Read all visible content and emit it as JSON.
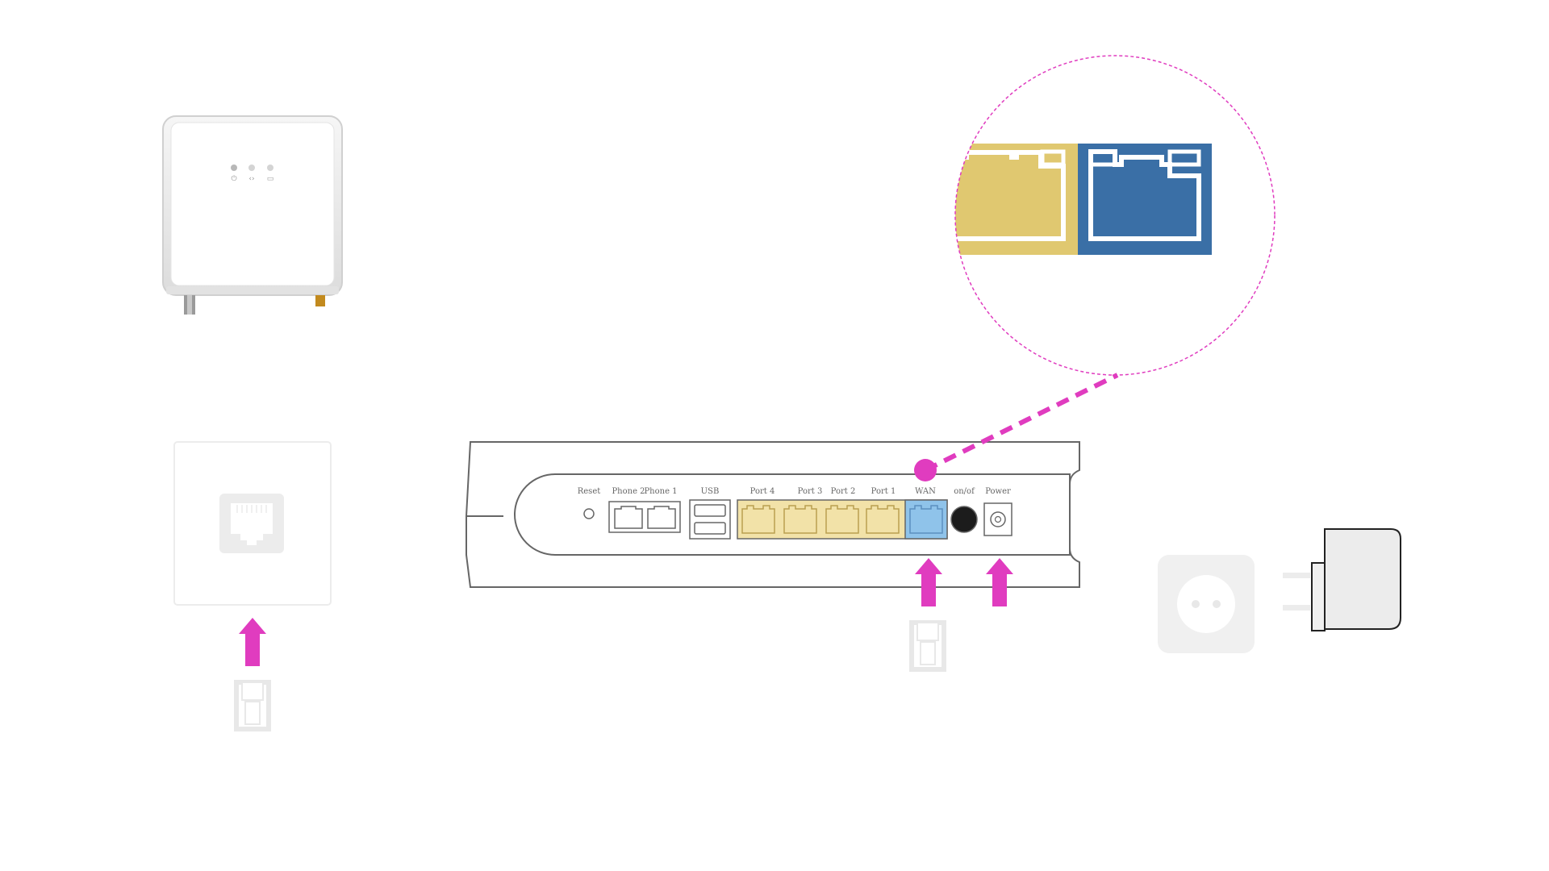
{
  "router": {
    "labels": {
      "reset": "Reset",
      "phone2": "Phone 2",
      "phone1": "Phone 1",
      "usb": "USB",
      "port4": "Port 4",
      "port3": "Port 3",
      "port2": "Port 2",
      "port1": "Port 1",
      "wan": "WAN",
      "onoff": "on/of",
      "power": "Power"
    }
  },
  "colors": {
    "lan_port": "#e0c870",
    "lan_port_light": "#f2e2a8",
    "wan_port": "#3a6fa6",
    "wan_port_light": "#8fc3ea",
    "accent": "#e03cbf",
    "outline": "#666666",
    "faded": "#e8e8e8"
  },
  "icons": {
    "modem": "modem-device-icon",
    "wall_jack": "ethernet-wall-socket-icon",
    "wall_outlet": "power-outlet-icon",
    "adapter": "power-adapter-icon",
    "cable_plug": "rj45-plug-icon",
    "arrow": "arrow-up-icon",
    "zoom": "zoom-circle-icon"
  }
}
